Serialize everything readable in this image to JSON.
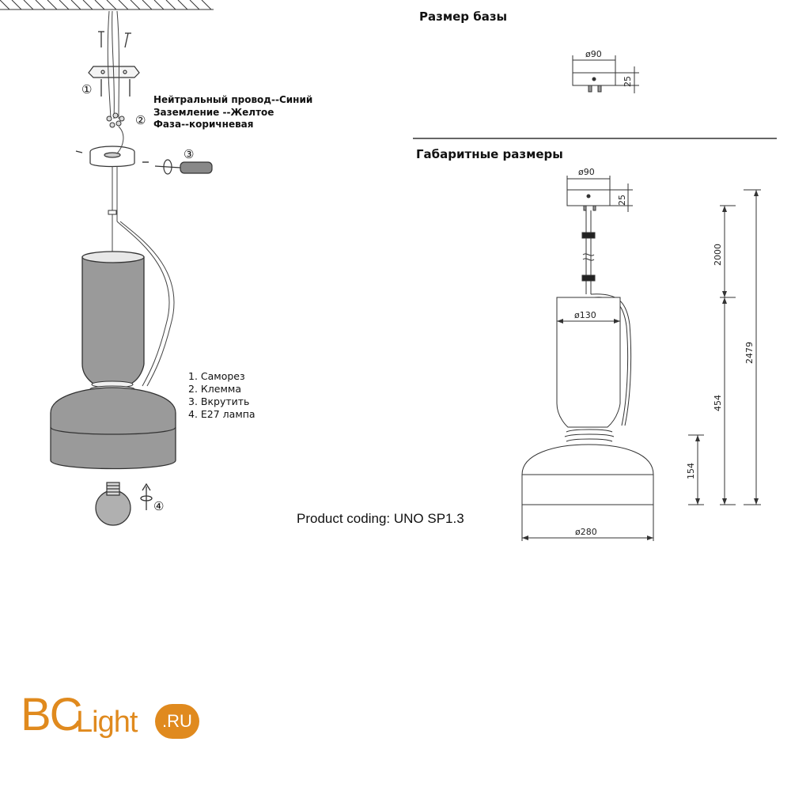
{
  "base_section": {
    "title": "Размер базы",
    "dim_diameter": "ø90",
    "dim_height": "25"
  },
  "overall_section": {
    "title": "Габаритные размеры",
    "dim_top_diameter": "ø90",
    "dim_top_height": "25",
    "dim_shade_diameter": "ø130",
    "dim_bottom_diameter": "ø280",
    "dim_cable": "2000",
    "dim_total": "2479",
    "dim_body": "454",
    "dim_base": "154"
  },
  "wiring": {
    "neutral": "Нейтральный провод--Синий",
    "ground": "Заземление --Желтое",
    "phase": "Фаза--коричневая"
  },
  "steps": {
    "n1": "①",
    "n2": "②",
    "n3": "③",
    "n4": "④"
  },
  "legend": {
    "item1": "1. Саморез",
    "item2": "2. Клемма",
    "item3": "3. Вкрутить",
    "item4": "4. E27 лампа"
  },
  "product_coding": "Product coding: UNO SP1.3",
  "logo": {
    "bc": "BC",
    "light": "Light",
    "ru": ".RU"
  },
  "colors": {
    "brand": "#e08a1e",
    "line": "#333333"
  }
}
